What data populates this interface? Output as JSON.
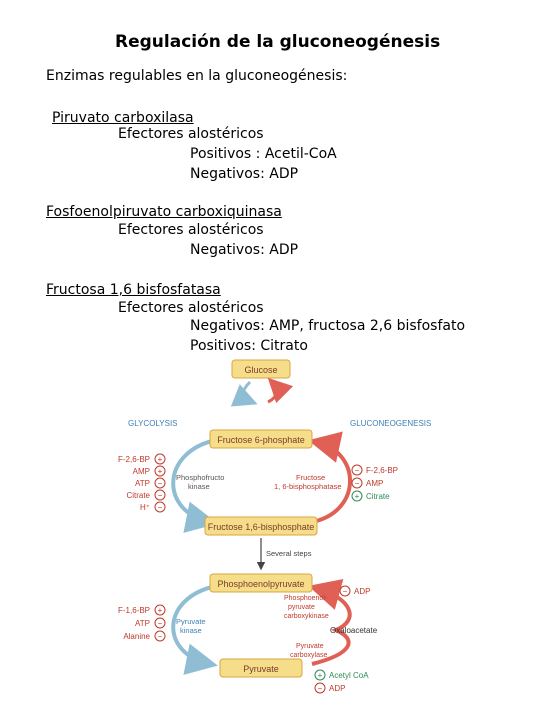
{
  "title": "Regulación de la gluconeogénesis",
  "intro": "Enzimas regulables en la gluconeogénesis:",
  "enzymes": [
    {
      "name": "Piruvato carboxilasa",
      "effector_heading": "Efectores alostéricos",
      "effectors": [
        "Positivos : Acetil-CoA",
        "Negativos: ADP"
      ]
    },
    {
      "name": "Fosfoenolpiruvato carboxiquinasa",
      "effector_heading": "Efectores alostéricos",
      "effectors": [
        "Negativos: ADP"
      ]
    },
    {
      "name": "Fructosa 1,6 bisfosfatasa",
      "effector_heading": "Efectores alostéricos",
      "effectors": [
        "Negativos: AMP, fructosa 2,6 bisfosfato",
        "Positivos: Citrato"
      ]
    }
  ],
  "diagram": {
    "glucose": "Glucose",
    "glycolysis_header": "GLYCOLYSIS",
    "gluconeogenesis_header": "GLUCONEOGENESIS",
    "f6p": "Fructose 6-phosphate",
    "f16bp": "Fructose 1,6-bisphosphate",
    "pep": "Phosphoenolpyruvate",
    "pyruvate": "Pyruvate",
    "pfk": [
      "Phosphofructo",
      "kinase"
    ],
    "fbpase": [
      "Fructose",
      "1, 6-bisphosphatase"
    ],
    "several_steps": [
      "Several steps"
    ],
    "pepck": [
      "Phosphoenol-",
      "pyruvate",
      "carboxykinase"
    ],
    "oxaloacetate": "Oxaloacetate",
    "pyruvate_carboxylase": [
      "Pyruvate",
      "carboxylase"
    ],
    "pyruvate_kinase": [
      "Pyruvate",
      "kinase"
    ],
    "glycolysis_regulators_top": [
      {
        "label": "F-2,6-BP",
        "sign": "+"
      },
      {
        "label": "AMP",
        "sign": "+"
      },
      {
        "label": "ATP",
        "sign": "−"
      },
      {
        "label": "Citrate",
        "sign": "−"
      },
      {
        "label": "H⁺",
        "sign": "−"
      }
    ],
    "gluconeo_regulators_top": [
      {
        "label": "F-2,6-BP",
        "sign": "−"
      },
      {
        "label": "AMP",
        "sign": "−"
      },
      {
        "label": "Citrate",
        "sign": "+"
      }
    ],
    "pepck_regulator": {
      "label": "ADP",
      "sign": "−"
    },
    "glycolysis_regulators_bottom": [
      {
        "label": "F-1,6-BP",
        "sign": "+"
      },
      {
        "label": "ATP",
        "sign": "−"
      },
      {
        "label": "Alanine",
        "sign": "−"
      }
    ],
    "pc_regulators": [
      {
        "label": "Acetyl CoA",
        "sign": "+"
      },
      {
        "label": "ADP",
        "sign": "−"
      }
    ],
    "colors": {
      "box_fill": "#f6dd8a",
      "box_border": "#d8a640",
      "glycolysis_arrow": "#8fbdd4",
      "gluconeo_arrow": "#e06055",
      "header_blue": "#3e7fb5",
      "enzyme_text": "#c0392b",
      "regulator_text": "#c0392b"
    }
  }
}
